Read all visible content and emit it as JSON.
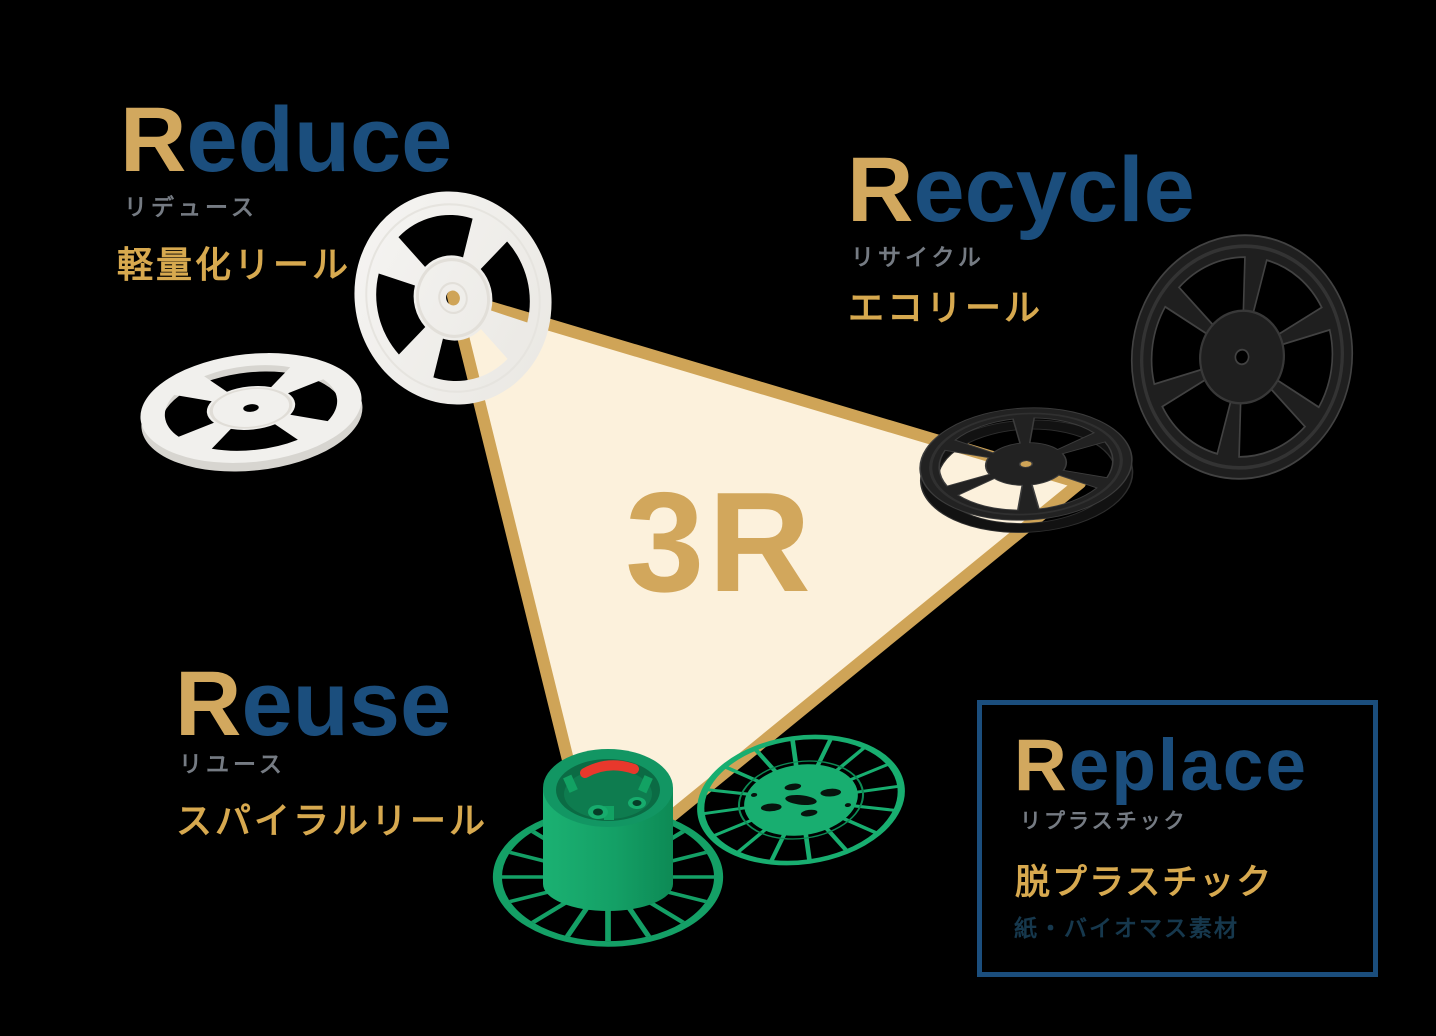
{
  "page": {
    "background": "#000000"
  },
  "colors": {
    "heading_blue": "#1B4E7D",
    "initial_gold": "#D2A85E",
    "triangle_border_gold": "#CFA457",
    "triangle_fill_cream": "#FCF1DC",
    "kana_gray": "#757B83",
    "product_gold": "#D7A94F",
    "reel_white": "#F2F1EE",
    "reel_black": "#1F1F1F",
    "reel_green": "#14A066",
    "red_tape": "#E8382C",
    "note_dark_blue": "#16384D"
  },
  "center": {
    "label": "3R"
  },
  "sections": {
    "reduce": {
      "initial": "R",
      "rest": "educe",
      "kana": "リデュース",
      "product": "軽量化リール",
      "icon": "white-reel"
    },
    "recycle": {
      "initial": "R",
      "rest": "ecycle",
      "kana": "リサイクル",
      "product": "エコリール",
      "icon": "black-reel"
    },
    "reuse": {
      "initial": "R",
      "rest": "euse",
      "kana": "リユース",
      "product": "スパイラルリール",
      "icon": "green-spiral-reel"
    },
    "replace": {
      "initial": "R",
      "rest": "eplace",
      "kana": "リプラスチック",
      "product": "脱プラスチック",
      "note": "紙・バイオマス素材"
    }
  }
}
